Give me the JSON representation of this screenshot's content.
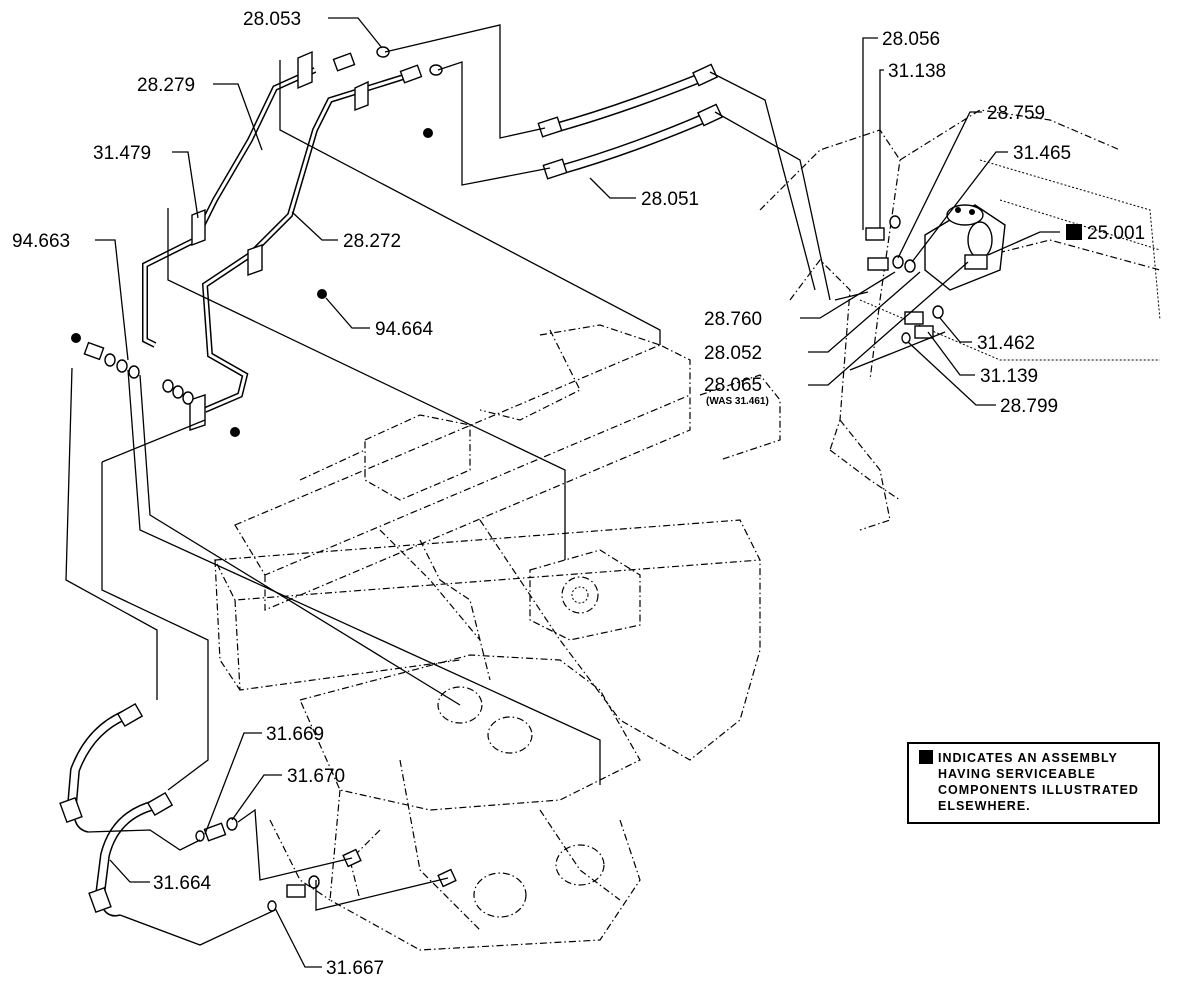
{
  "callouts": {
    "c28_053": "28.053",
    "c28_279": "28.279",
    "c31_479": "31.479",
    "c94_663": "94.663",
    "c28_272": "28.272",
    "c94_664": "94.664",
    "c28_051": "28.051",
    "c28_056": "28.056",
    "c31_138": "31.138",
    "c28_759": "28.759",
    "c31_465": "31.465",
    "c25_001": "25.001",
    "c28_760": "28.760",
    "c28_052": "28.052",
    "c28_065": "28.065",
    "c28_065_note": "(WAS 31.461)",
    "c31_462": "31.462",
    "c31_139": "31.139",
    "c28_799": "28.799",
    "c31_669": "31.669",
    "c31_670": "31.670",
    "c31_664": "31.664",
    "c31_667": "31.667"
  },
  "legend": {
    "line1": "INDICATES AN ASSEMBLY",
    "line2": "HAVING SERVICEABLE",
    "line3": "COMPONENTS ILLUSTRATED",
    "line4": "ELSEWHERE."
  },
  "colors": {
    "ink": "#000000",
    "paper": "#ffffff"
  }
}
